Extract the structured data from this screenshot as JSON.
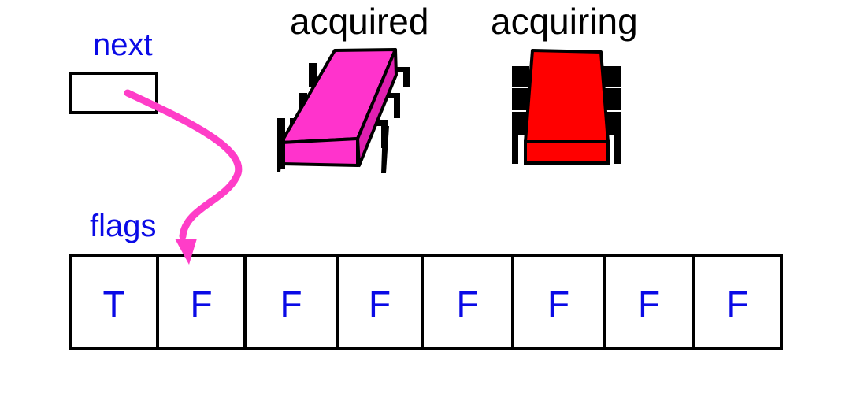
{
  "labels": {
    "next": "next",
    "flags": "flags",
    "acquired": "acquired",
    "acquiring": "acquiring"
  },
  "flags": [
    "T",
    "F",
    "F",
    "F",
    "F",
    "F",
    "F",
    "F"
  ],
  "colors": {
    "label_blue": "#0a0ae6",
    "arrow_pink": "#ff3dc8",
    "chip_acquired": "#ff33cc",
    "chip_acquiring": "#ff0000",
    "outline": "#000000"
  },
  "icons": {
    "acquired_thread": "chip-icon",
    "acquiring_thread": "chip-icon"
  }
}
